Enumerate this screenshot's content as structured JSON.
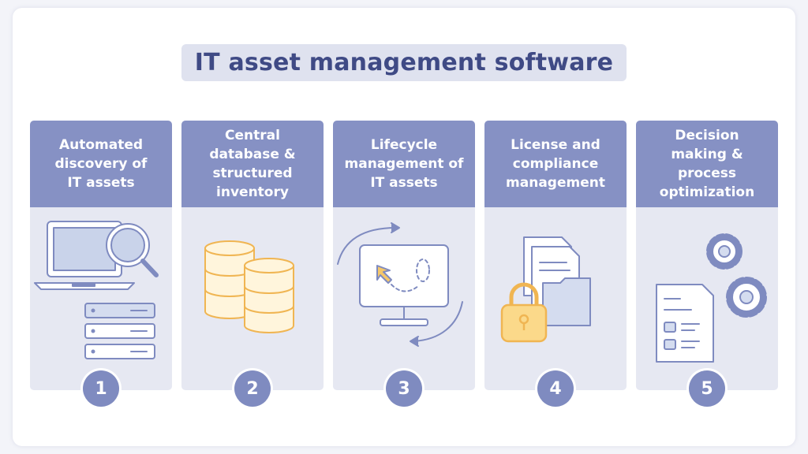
{
  "title": "IT asset management software",
  "colors": {
    "header": "#8691c4",
    "card": "#e6e8f2",
    "title_text": "#3f4a85",
    "outline": "#7f8bc0",
    "accent_yellow": "#f5c76a"
  },
  "steps": [
    {
      "number": "1",
      "label": "Automated\ndiscovery of\nIT assets",
      "icon": "laptop-magnifier-servers-icon"
    },
    {
      "number": "2",
      "label": "Central\ndatabase &\nstructured\ninventory",
      "icon": "database-stacks-icon"
    },
    {
      "number": "3",
      "label": "Lifecycle\nmanagement of\nIT assets",
      "icon": "monitor-cycle-icon"
    },
    {
      "number": "4",
      "label": "License and\ncompliance\nmanagement",
      "icon": "documents-padlock-icon"
    },
    {
      "number": "5",
      "label": "Decision\nmaking &\nprocess\noptimization",
      "icon": "document-gears-icon"
    }
  ]
}
